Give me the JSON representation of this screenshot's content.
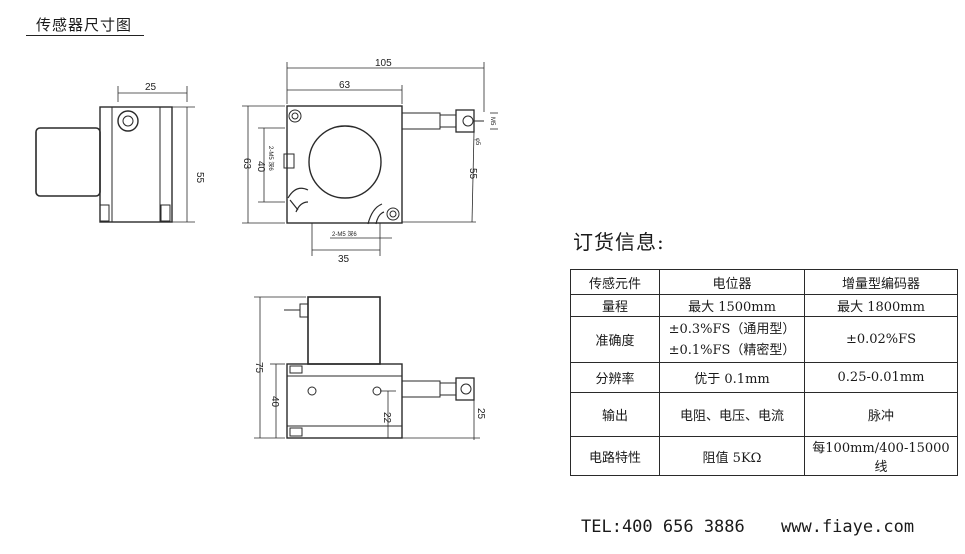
{
  "section_title": "传感器尺寸图",
  "order_title": "订货信息:",
  "dimensions": {
    "side_top_25": "25",
    "side_right_55": "55",
    "front_top_105": "105",
    "front_top_63": "63",
    "front_left_63": "63",
    "front_left_40": "40",
    "front_left_note": "2-M5 深6",
    "front_bottom_note": "2-M5 深6",
    "front_bottom_35": "35",
    "front_right_55": "55",
    "front_tip_m5": "M5",
    "front_tip_phi5": "φ5",
    "lower_left_75": "75",
    "lower_left_40": "40",
    "lower_right_22": "22",
    "lower_right_25": "25"
  },
  "table": {
    "header": [
      "传感元件",
      "电位器",
      "增量型编码器"
    ],
    "rows": [
      {
        "label": "量程",
        "pot": [
          "最大 1500mm"
        ],
        "enc": [
          "最大 1800mm"
        ]
      },
      {
        "label": "准确度",
        "pot": [
          "±0.3%FS（通用型）",
          "±0.1%FS（精密型）"
        ],
        "enc": [
          "±0.02%FS"
        ]
      },
      {
        "label": "分辨率",
        "pot": [
          "优于 0.1mm"
        ],
        "enc": [
          "0.25-0.01mm"
        ]
      },
      {
        "label": "输出",
        "pot": [
          "电阻、电压、电流"
        ],
        "enc": [
          "脉冲"
        ]
      },
      {
        "label": "电路特性",
        "pot": [
          "阻值 5KΩ"
        ],
        "enc": [
          "每100mm/400-15000线"
        ]
      }
    ]
  },
  "footer": {
    "tel": "TEL:400 656 3886",
    "web": "www.fiaye.com"
  }
}
